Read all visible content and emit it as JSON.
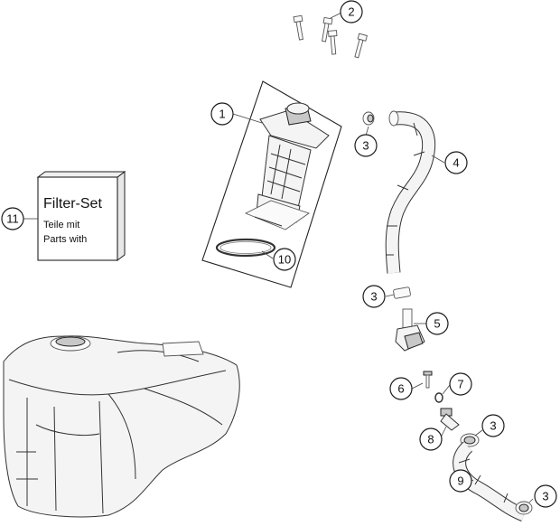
{
  "callouts": [
    {
      "id": "1",
      "label": "1"
    },
    {
      "id": "2",
      "label": "2"
    },
    {
      "id": "3a",
      "label": "3"
    },
    {
      "id": "4",
      "label": "4"
    },
    {
      "id": "3b",
      "label": "3"
    },
    {
      "id": "5",
      "label": "5"
    },
    {
      "id": "6",
      "label": "6"
    },
    {
      "id": "7",
      "label": "7"
    },
    {
      "id": "3c",
      "label": "3"
    },
    {
      "id": "8",
      "label": "8"
    },
    {
      "id": "9",
      "label": "9"
    },
    {
      "id": "3d",
      "label": "3"
    },
    {
      "id": "10",
      "label": "10"
    },
    {
      "id": "11",
      "label": "11"
    }
  ],
  "filter_set": {
    "title": "Filter-Set",
    "line1": "Teile mit",
    "line2": "Parts with"
  }
}
